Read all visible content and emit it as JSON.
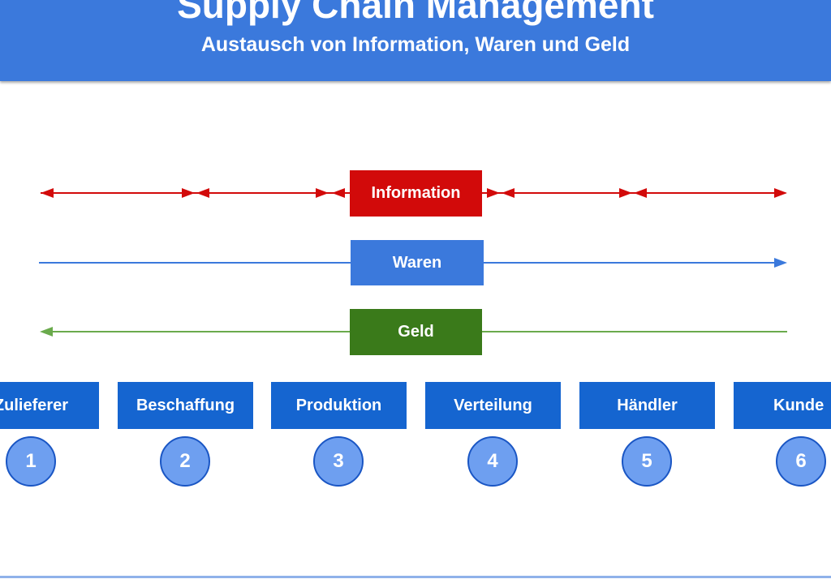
{
  "header": {
    "title": "Supply Chain Management",
    "subtitle": "Austausch von Information, Waren und Geld"
  },
  "flows": {
    "information": {
      "label": "Information",
      "color": "#d20a0a",
      "direction": "both"
    },
    "goods": {
      "label": "Waren",
      "color": "#3b79dc",
      "direction": "right"
    },
    "money": {
      "label": "Geld",
      "color": "#3a7a1a",
      "line_color": "#6aaa4c",
      "direction": "left"
    }
  },
  "stages": [
    {
      "label": "Zulieferer",
      "number": "1"
    },
    {
      "label": "Beschaffung",
      "number": "2"
    },
    {
      "label": "Produktion",
      "number": "3"
    },
    {
      "label": "Verteilung",
      "number": "4"
    },
    {
      "label": "Händler",
      "number": "5"
    },
    {
      "label": "Kunde",
      "number": "6"
    }
  ],
  "colors": {
    "header": "#3b79dc",
    "stage_box": "#1565d0",
    "stage_circle": "#6e9ff0"
  }
}
